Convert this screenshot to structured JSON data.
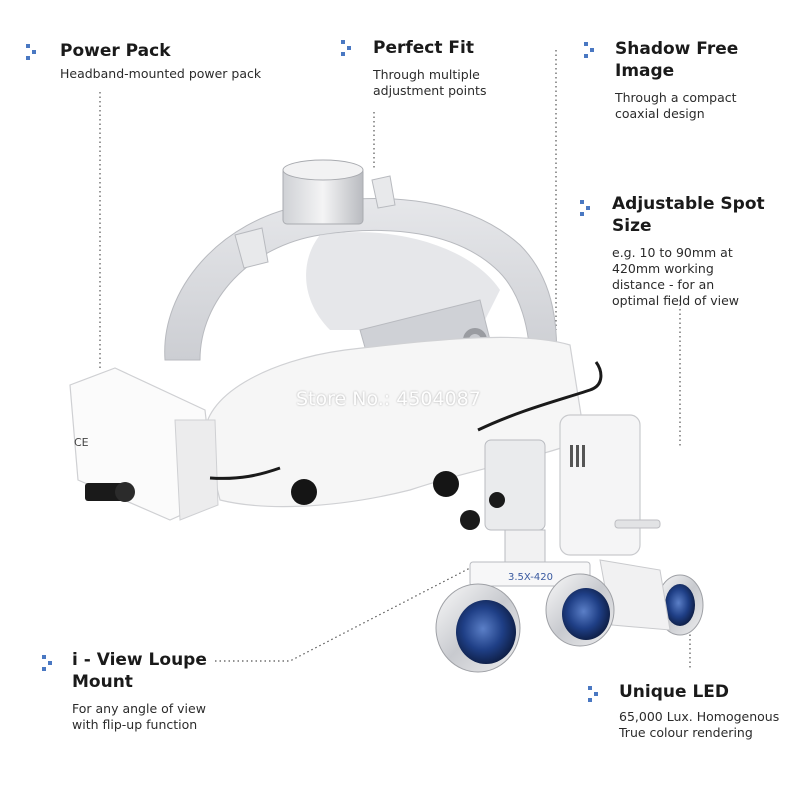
{
  "features": {
    "power_pack": {
      "title": "Power Pack",
      "desc": "Headband-mounted power pack"
    },
    "perfect_fit": {
      "title": "Perfect Fit",
      "desc": [
        "Through multiple",
        "adjustment points"
      ]
    },
    "shadow_free": {
      "title": [
        "Shadow Free",
        "Image"
      ],
      "desc": [
        "Through a compact",
        "coaxial design"
      ]
    },
    "spot_size": {
      "title": [
        "Adjustable Spot",
        "Size"
      ],
      "desc": [
        "e.g. 10 to 90mm at",
        "420mm working",
        "distance - for an",
        "optimal field of view"
      ]
    },
    "loupe_mount": {
      "title": [
        "i - View Loupe",
        "Mount"
      ],
      "desc": [
        "For any angle of view",
        "with flip-up function"
      ]
    },
    "unique_led": {
      "title": "Unique LED",
      "desc": [
        "65,000 Lux. Homogenous",
        "True colour rendering"
      ]
    }
  },
  "watermark": "Store No.: 4504087",
  "device": {
    "ce_mark": "CE",
    "loupe_label": "3.5X-420"
  },
  "colors": {
    "accent": "#4a78c2",
    "headband": "#d5d7db",
    "padding": "#f6f6f6",
    "lens": "#1f3f86"
  }
}
